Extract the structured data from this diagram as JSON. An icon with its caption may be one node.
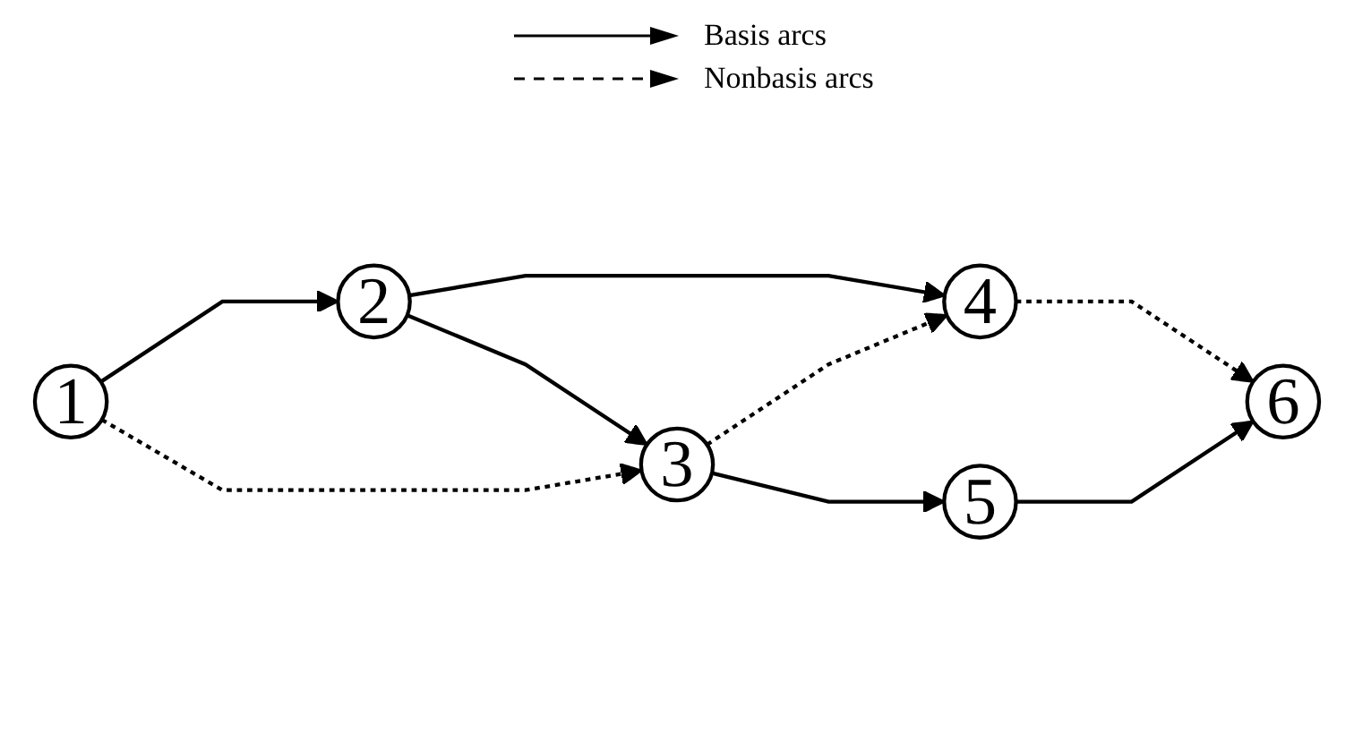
{
  "diagram": {
    "nodes": [
      {
        "text": [
          "1"
        ]
      },
      {
        "text": [
          "2"
        ]
      },
      {
        "text": [
          "3"
        ]
      },
      {
        "text": [
          "4"
        ]
      },
      {
        "text": [
          "5"
        ]
      },
      {
        "text": [
          "6"
        ]
      }
    ],
    "edges": [
      {
        "from": 0,
        "to": 1,
        "arrow": "to"
      },
      {
        "from": 0,
        "to": 2,
        "arrow": "to",
        "style": "dashed"
      },
      {
        "from": 1,
        "to": 3,
        "arrow": "to"
      },
      {
        "from": 1,
        "to": 2,
        "arrow": "to"
      },
      {
        "from": 2,
        "to": 3,
        "arrow": "to",
        "style": "dashed"
      },
      {
        "from": 2,
        "to": 4,
        "arrow": "to"
      },
      {
        "from": 3,
        "to": 5,
        "arrow": "to",
        "style": "dashed"
      },
      {
        "from": 4,
        "to": 5,
        "arrow": "to"
      }
    ],
    "legend": [
      {
        "text": "Basis arcs"
      },
      {
        "text": "Nonbasis arcs"
      }
    ]
  }
}
